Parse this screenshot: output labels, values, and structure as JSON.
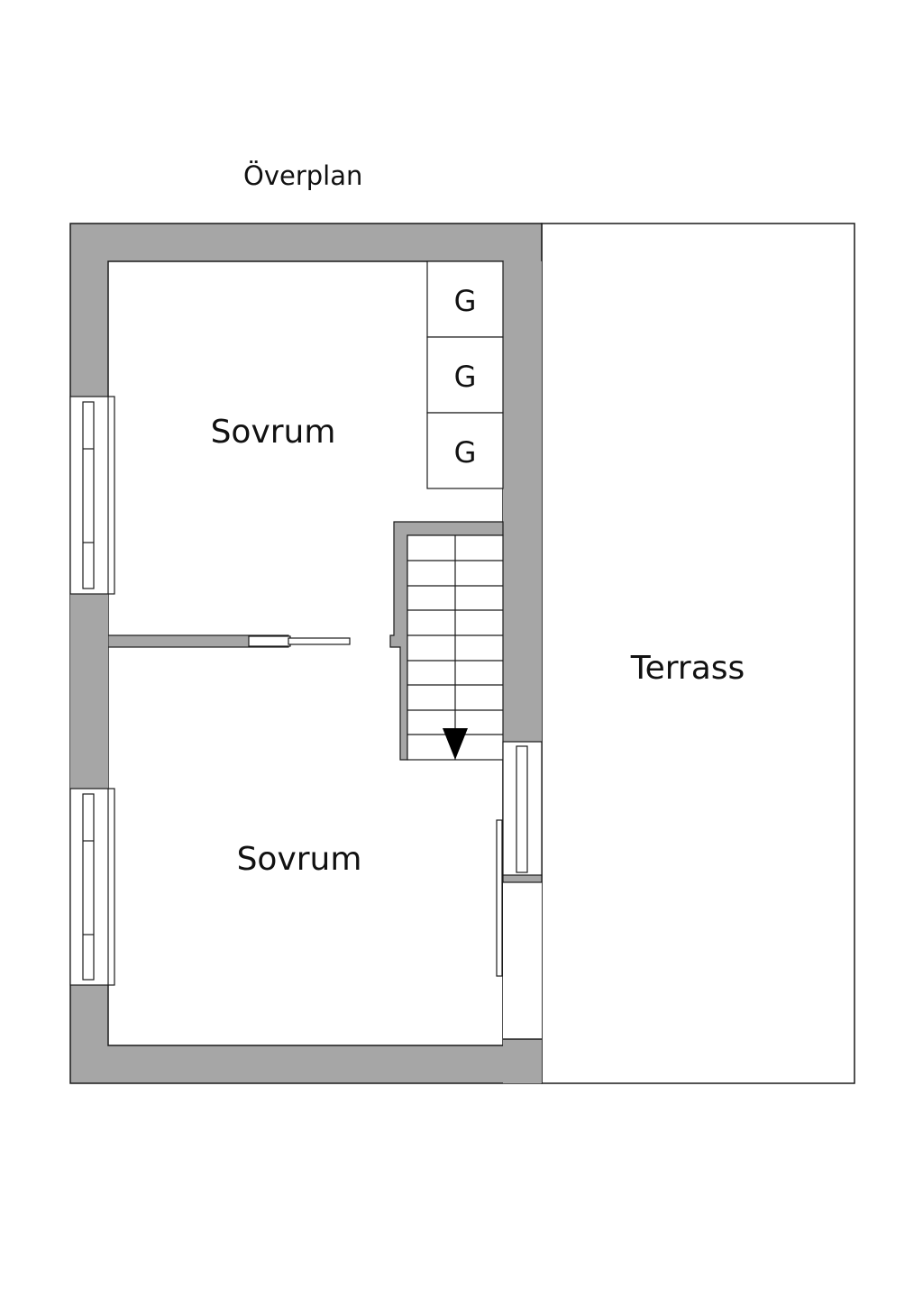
{
  "page": {
    "title": "Överplan"
  },
  "rooms": {
    "bedroom_upper": "Sovrum",
    "bedroom_lower": "Sovrum",
    "terrace": "Terrass"
  },
  "closets": [
    "G",
    "G",
    "G"
  ],
  "colors": {
    "wall": "#a6a6a6",
    "line": "#1a1a1a",
    "background": "#ffffff"
  }
}
